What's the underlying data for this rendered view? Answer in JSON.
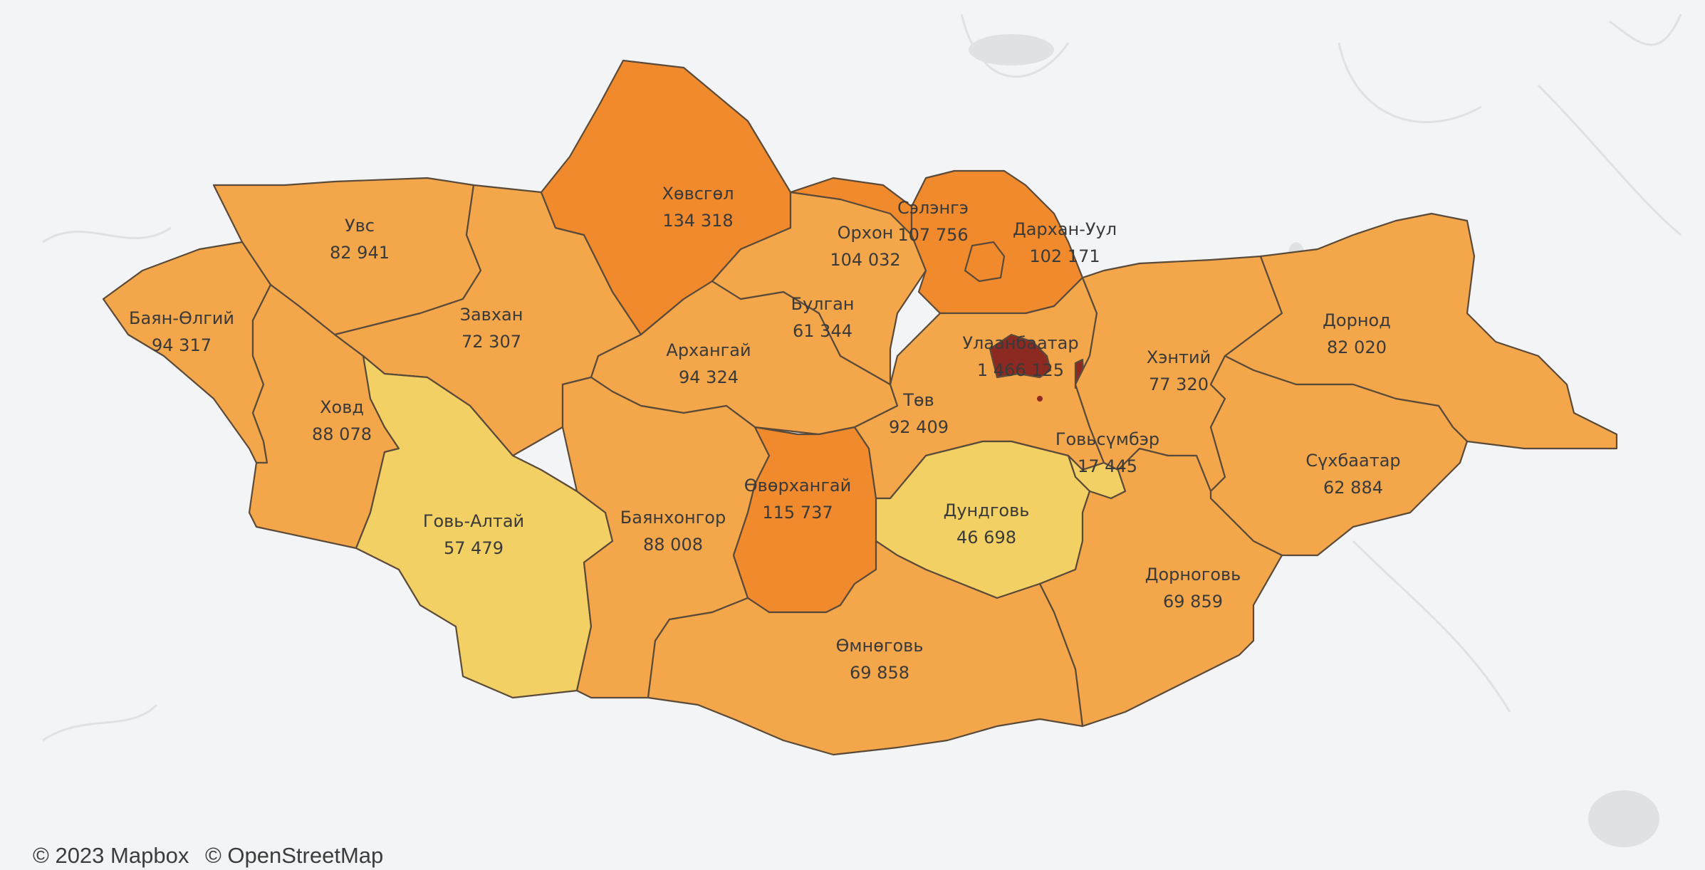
{
  "colors": {
    "ocean": "#f3f4f5",
    "river": "#dfe2e4",
    "low": "#f2d063",
    "mid": "#f4a64a",
    "high": "#f08a2c",
    "max": "#8c2a21",
    "border": "#5a4a3a"
  },
  "attribution": {
    "mapbox": "© 2023 Mapbox",
    "osm": "© OpenStreetMap"
  },
  "regions": [
    {
      "id": "uvs",
      "name": "Увс",
      "value": "82 941",
      "population": 82941
    },
    {
      "id": "bayan-olgii",
      "name": "Баян-Өлгий",
      "value": "94 317",
      "population": 94317
    },
    {
      "id": "khovd",
      "name": "Ховд",
      "value": "88 078",
      "population": 88078
    },
    {
      "id": "zavkhan",
      "name": "Завхан",
      "value": "72 307",
      "population": 72307
    },
    {
      "id": "khuvsgul",
      "name": "Хөвсгөл",
      "value": "134 318",
      "population": 134318
    },
    {
      "id": "govi-altai",
      "name": "Говь-Алтай",
      "value": "57 479",
      "population": 57479
    },
    {
      "id": "arkhangai",
      "name": "Архангай",
      "value": "94 324",
      "population": 94324
    },
    {
      "id": "bulgan",
      "name": "Булган",
      "value": "61 344",
      "population": 61344
    },
    {
      "id": "orkhon",
      "name": "Орхон",
      "value": "104 032",
      "population": 104032
    },
    {
      "id": "selenge",
      "name": "Сэлэнгэ",
      "value": "107 756",
      "population": 107756
    },
    {
      "id": "darkhan-uul",
      "name": "Дархан-Уул",
      "value": "102 171",
      "population": 102171
    },
    {
      "id": "bayankhongor",
      "name": "Баянхонгор",
      "value": "88 008",
      "population": 88008
    },
    {
      "id": "uvurkhangai",
      "name": "Өвөрхангай",
      "value": "115 737",
      "population": 115737
    },
    {
      "id": "tuv",
      "name": "Төв",
      "value": "92 409",
      "population": 92409
    },
    {
      "id": "ulaanbaatar",
      "name": "Улаанбаатар",
      "value": "1 466 125",
      "population": 1466125
    },
    {
      "id": "govisumber",
      "name": "Говьсүмбэр",
      "value": "17 445",
      "population": 17445
    },
    {
      "id": "dundgovi",
      "name": "Дундговь",
      "value": "46 698",
      "population": 46698
    },
    {
      "id": "khentii",
      "name": "Хэнтий",
      "value": "77 320",
      "population": 77320
    },
    {
      "id": "dornod",
      "name": "Дорнод",
      "value": "82 020",
      "population": 82020
    },
    {
      "id": "sukhbaatar",
      "name": "Сүхбаатар",
      "value": "62 884",
      "population": 62884
    },
    {
      "id": "dornogovi",
      "name": "Дорноговь",
      "value": "69 859",
      "population": 69859
    },
    {
      "id": "umnugovi",
      "name": "Өмнөговь",
      "value": "69 858",
      "population": 69858
    }
  ]
}
